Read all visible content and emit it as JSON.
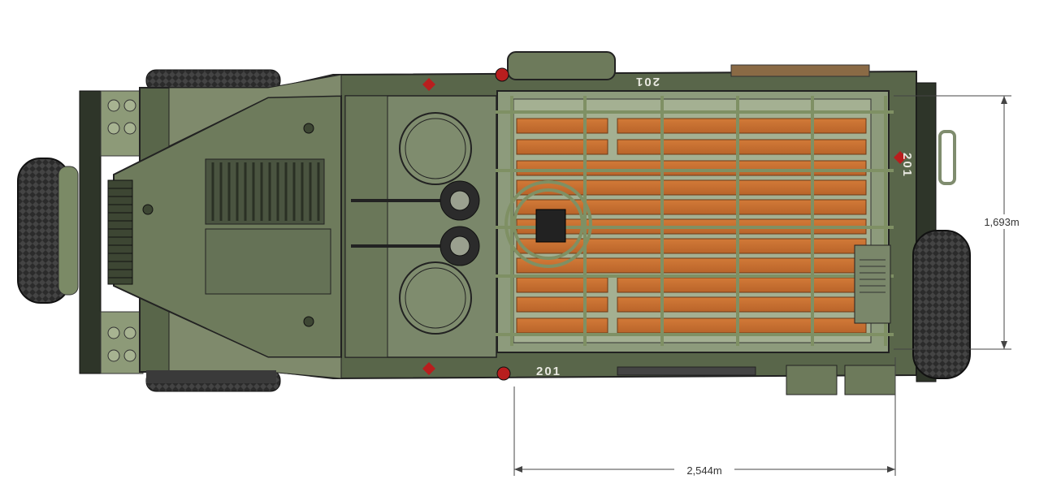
{
  "dimensions": {
    "length_label": "2,544m",
    "width_label": "1,693m"
  },
  "vehicle": {
    "hull_number": "201"
  },
  "colors": {
    "hull": "#59664a",
    "hull_light": "#7f8a6c",
    "hull_dark": "#3d4633",
    "floor_wood": "#c8702f",
    "tire": "#2b2b2b",
    "insignia_red": "#b81e1e"
  }
}
